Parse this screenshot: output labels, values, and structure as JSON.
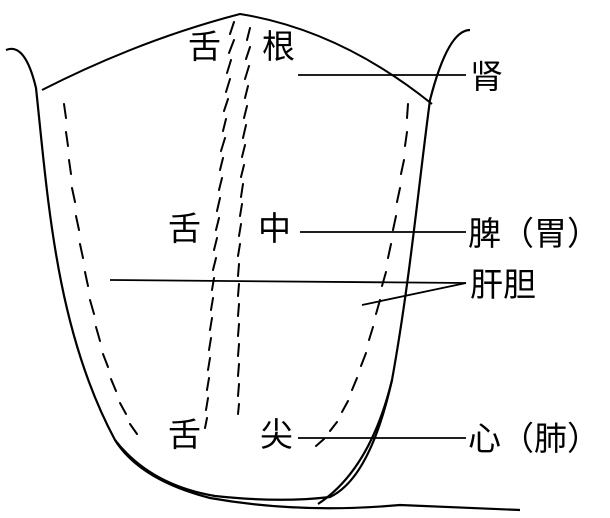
{
  "diagram": {
    "regions": {
      "root": {
        "left": "舌",
        "right": "根"
      },
      "middle": {
        "left": "舌",
        "right": "中"
      },
      "tip": {
        "left": "舌",
        "right": "尖"
      }
    },
    "organs": {
      "kidney": "肾",
      "spleen_stomach": "脾（胃）",
      "liver_gallbladder": "肝胆",
      "heart_lung": "心（肺）"
    },
    "colors": {
      "line": "#000000",
      "background": "#ffffff"
    }
  }
}
